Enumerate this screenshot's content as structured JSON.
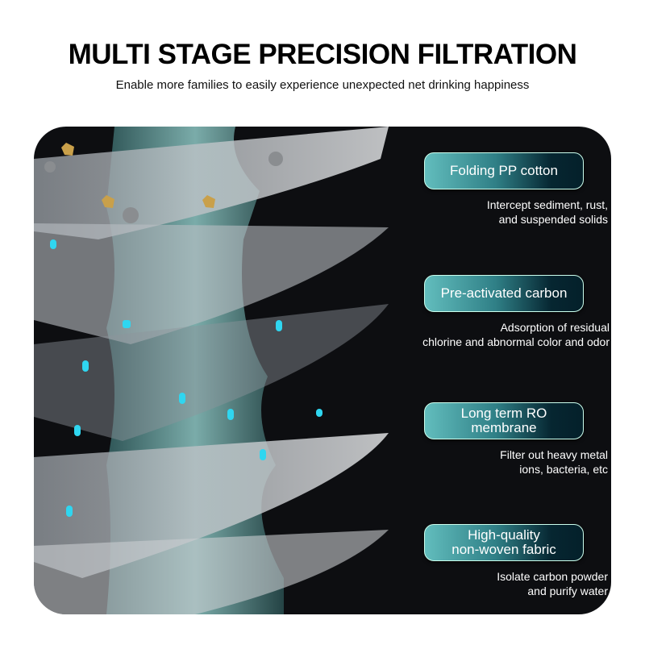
{
  "header": {
    "title": "MULTI STAGE PRECISION FILTRATION",
    "subtitle": "Enable more families to easily experience unexpected net drinking happiness"
  },
  "stages": [
    {
      "label": "Folding PP cotton",
      "description": "Intercept sediment, rust,\nand suspended solids"
    },
    {
      "label": "Pre-activated carbon",
      "description": "Adsorption of residual\nchlorine and abnormal color and odor"
    },
    {
      "label": "Long term RO\nmembrane",
      "description": "Filter out heavy metal\nions, bacteria, etc"
    },
    {
      "label": "High-quality\nnon-woven fabric",
      "description": "Isolate carbon powder\nand purify water"
    }
  ],
  "colors": {
    "accent": "#5fbcbc",
    "panel": "#0d0e11",
    "glow": "#2fd6f0"
  }
}
